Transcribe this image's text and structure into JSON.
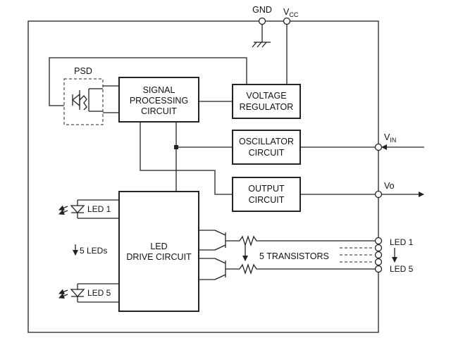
{
  "supply": {
    "gnd": "GND",
    "vcc_main": "V",
    "vcc_sub": "CC"
  },
  "psd": {
    "label": "PSD"
  },
  "blocks": {
    "signal_processing": [
      "SIGNAL",
      "PROCESSING",
      "CIRCUIT"
    ],
    "voltage_regulator": [
      "VOLTAGE",
      "REGULATOR"
    ],
    "oscillator": [
      "OSCILLATOR",
      "CIRCUIT"
    ],
    "output": [
      "OUTPUT",
      "CIRCUIT"
    ],
    "led_drive": [
      "LED",
      "DRIVE CIRCUIT"
    ]
  },
  "pins": {
    "vin_main": "V",
    "vin_sub": "IN",
    "vo": "Vo",
    "led1": "LED 1",
    "led5": "LED 5"
  },
  "leds": {
    "led1": "LED 1",
    "led5": "LED 5",
    "count": "5 LEDs"
  },
  "transistors": {
    "label": "5 TRANSISTORS"
  }
}
